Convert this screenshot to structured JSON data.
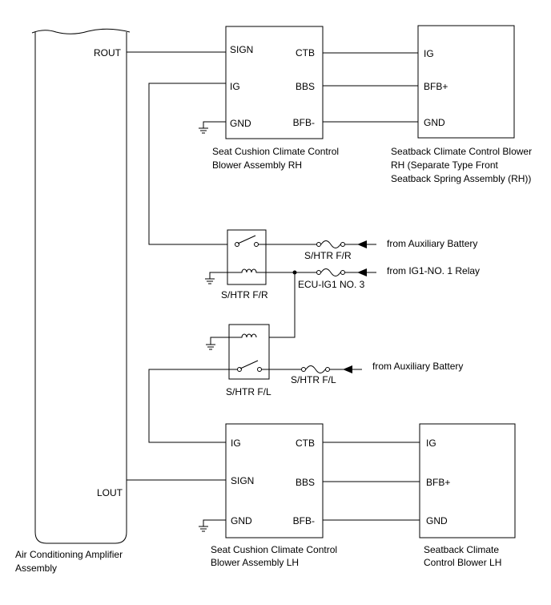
{
  "amplifier": {
    "name_line1": "Air Conditioning Amplifier",
    "name_line2": "Assembly",
    "rout": "ROUT",
    "lout": "LOUT"
  },
  "cushion_rh": {
    "pins_left": [
      "SIGN",
      "IG",
      "GND"
    ],
    "pins_right": [
      "CTB",
      "BBS",
      "BFB-"
    ],
    "name_line1": "Seat Cushion Climate Control",
    "name_line2": "Blower Assembly RH"
  },
  "seatback_rh": {
    "pins": [
      "IG",
      "BFB+",
      "GND"
    ],
    "name_line1": "Seatback Climate Control Blower",
    "name_line2": "RH (Separate Type Front",
    "name_line3": "Seatback Spring Assembly (RH))"
  },
  "relay_fr": {
    "name": "S/HTR F/R",
    "fuse1": "S/HTR F/R",
    "fuse2": "ECU-IG1 NO. 3",
    "source1": "from Auxiliary Battery",
    "source2": "from IG1-NO. 1 Relay"
  },
  "relay_fl": {
    "name": "S/HTR F/L",
    "fuse": "S/HTR F/L",
    "source": "from Auxiliary Battery"
  },
  "cushion_lh": {
    "pins_left": [
      "IG",
      "SIGN",
      "GND"
    ],
    "pins_right": [
      "CTB",
      "BBS",
      "BFB-"
    ],
    "name_line1": "Seat Cushion Climate Control",
    "name_line2": "Blower Assembly LH"
  },
  "seatback_lh": {
    "pins": [
      "IG",
      "BFB+",
      "GND"
    ],
    "name_line1": "Seatback Climate",
    "name_line2": "Control Blower LH"
  }
}
